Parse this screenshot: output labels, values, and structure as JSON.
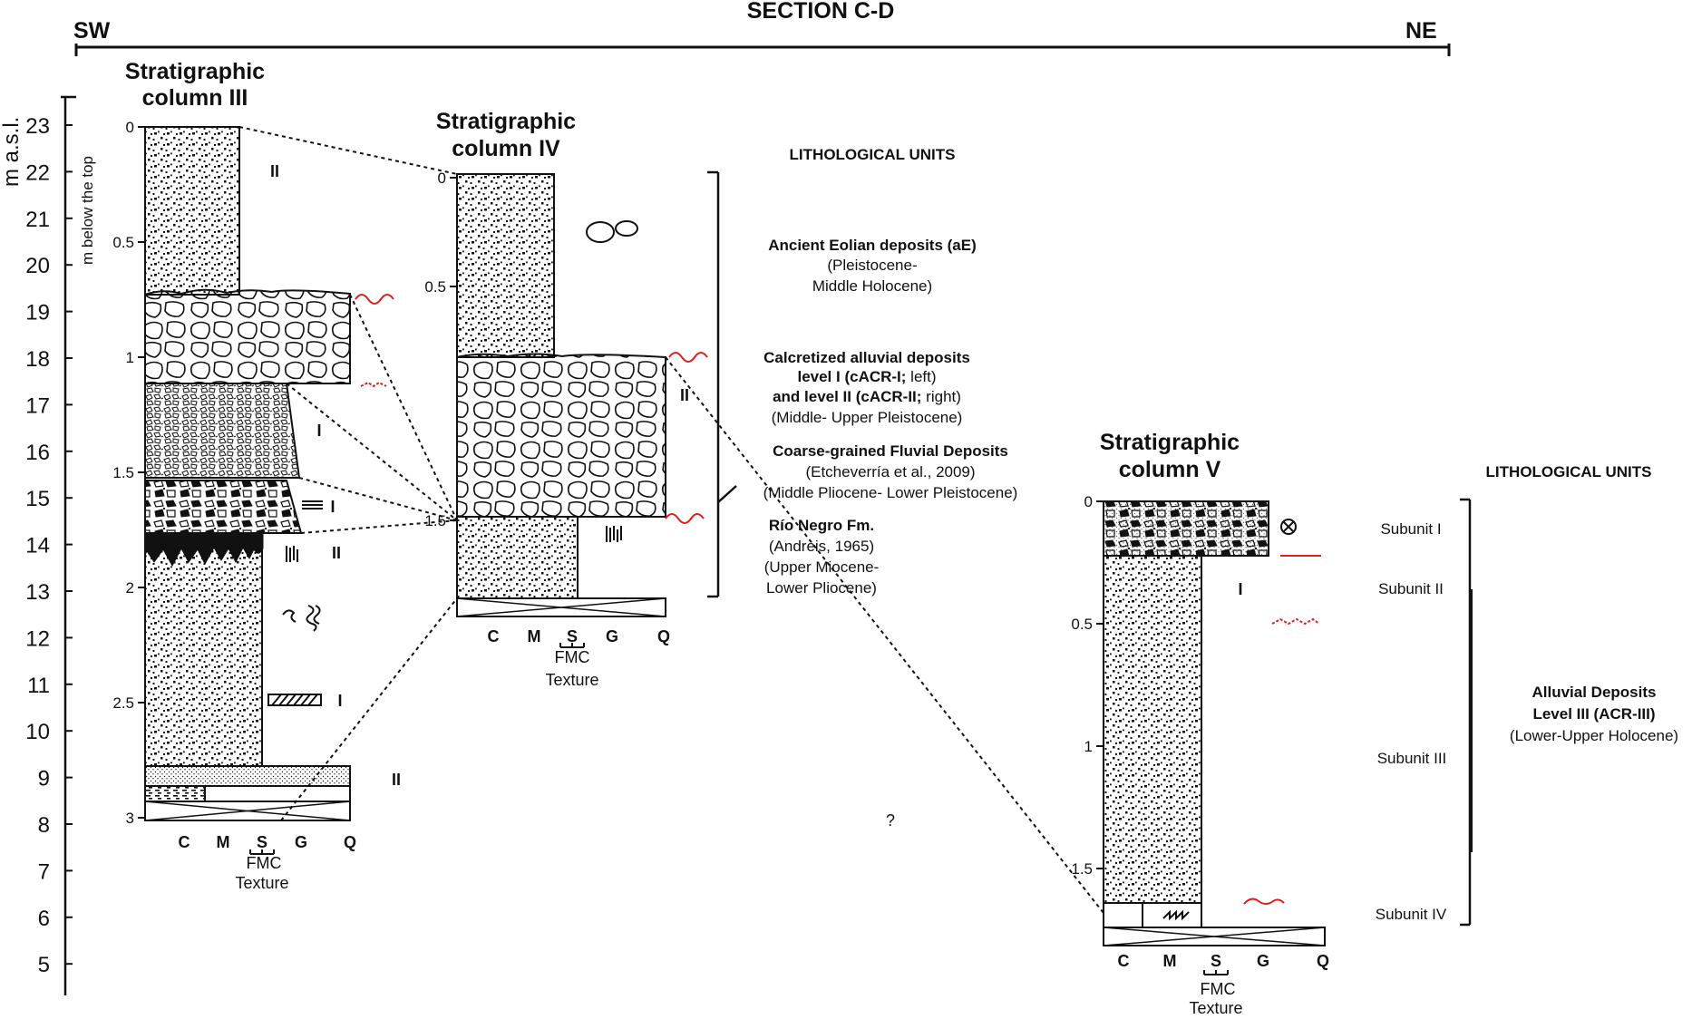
{
  "header": {
    "section_title": "SECTION C-D",
    "left_end": "SW",
    "right_end": "NE"
  },
  "axis": {
    "label": "m a.s.l.",
    "ticks": [
      "23",
      "22",
      "21",
      "20",
      "19",
      "18",
      "17",
      "16",
      "15",
      "14",
      "13",
      "12",
      "11",
      "10",
      "9",
      "8",
      "7",
      "6",
      "5"
    ]
  },
  "columns": [
    {
      "title_line1": "Stratigraphic",
      "title_line2": "column III",
      "depth_label": "m below the top",
      "depth_ticks": [
        "0",
        "0.5",
        "1",
        "1.5",
        "2",
        "2.5",
        "3"
      ],
      "texture_classes": [
        "C",
        "M",
        "S",
        "G",
        "Q"
      ],
      "sand_classes": "FMC",
      "texture_label": "Texture",
      "symbol_codes": [
        "II",
        "I",
        "I",
        "II",
        "I",
        "II"
      ]
    },
    {
      "title_line1": "Stratigraphic",
      "title_line2": "column IV",
      "depth_ticks": [
        "0",
        "0.5",
        "1.5"
      ],
      "texture_classes": [
        "C",
        "M",
        "S",
        "G",
        "Q"
      ],
      "sand_classes": "FMC",
      "texture_label": "Texture",
      "symbol_codes": [
        "II"
      ]
    },
    {
      "title_line1": "Stratigraphic",
      "title_line2": "column V",
      "depth_ticks": [
        "0",
        "0.5",
        "1",
        "1.5"
      ],
      "texture_classes": [
        "C",
        "M",
        "S",
        "G",
        "Q"
      ],
      "sand_classes": "FMC",
      "texture_label": "Texture",
      "symbol_codes": [
        "I"
      ]
    }
  ],
  "lithological_units_left": {
    "heading": "LITHOLOGICAL UNITS",
    "units": [
      {
        "name": "Ancient Eolian deposits (aE)",
        "lines": [
          "(Pleistocene-",
          "Middle Holocene)"
        ]
      },
      {
        "name_lines": [
          "Calcretized alluvial deposits",
          "level I (cACR-I;",
          "and level II (cACR-II;"
        ],
        "name_suffixes": [
          " left)",
          " right)"
        ],
        "lines": [
          "(Middle- Upper Pleistocene)"
        ]
      },
      {
        "name": "Coarse-grained Fluvial Deposits",
        "lines": [
          "(Etcheverría et al., 2009)",
          "(Middle Pliocene- Lower Pleistocene)"
        ]
      },
      {
        "name": "Río Negro Fm.",
        "lines": [
          "(Andreis, 1965)",
          "(Upper Miocene-",
          "Lower Pliocene)"
        ]
      }
    ]
  },
  "lithological_units_right": {
    "heading": "LITHOLOGICAL UNITS",
    "subunits": [
      "Subunit I",
      "Subunit II",
      "Subunit III",
      "Subunit IV"
    ],
    "unit_lines": [
      "Alluvial Deposits",
      "Level III (ACR-III)",
      "(Lower-Upper Holocene)"
    ]
  },
  "question_mark": "?",
  "colors": {
    "ink": "#111111",
    "contact_red": "#e0201b"
  }
}
